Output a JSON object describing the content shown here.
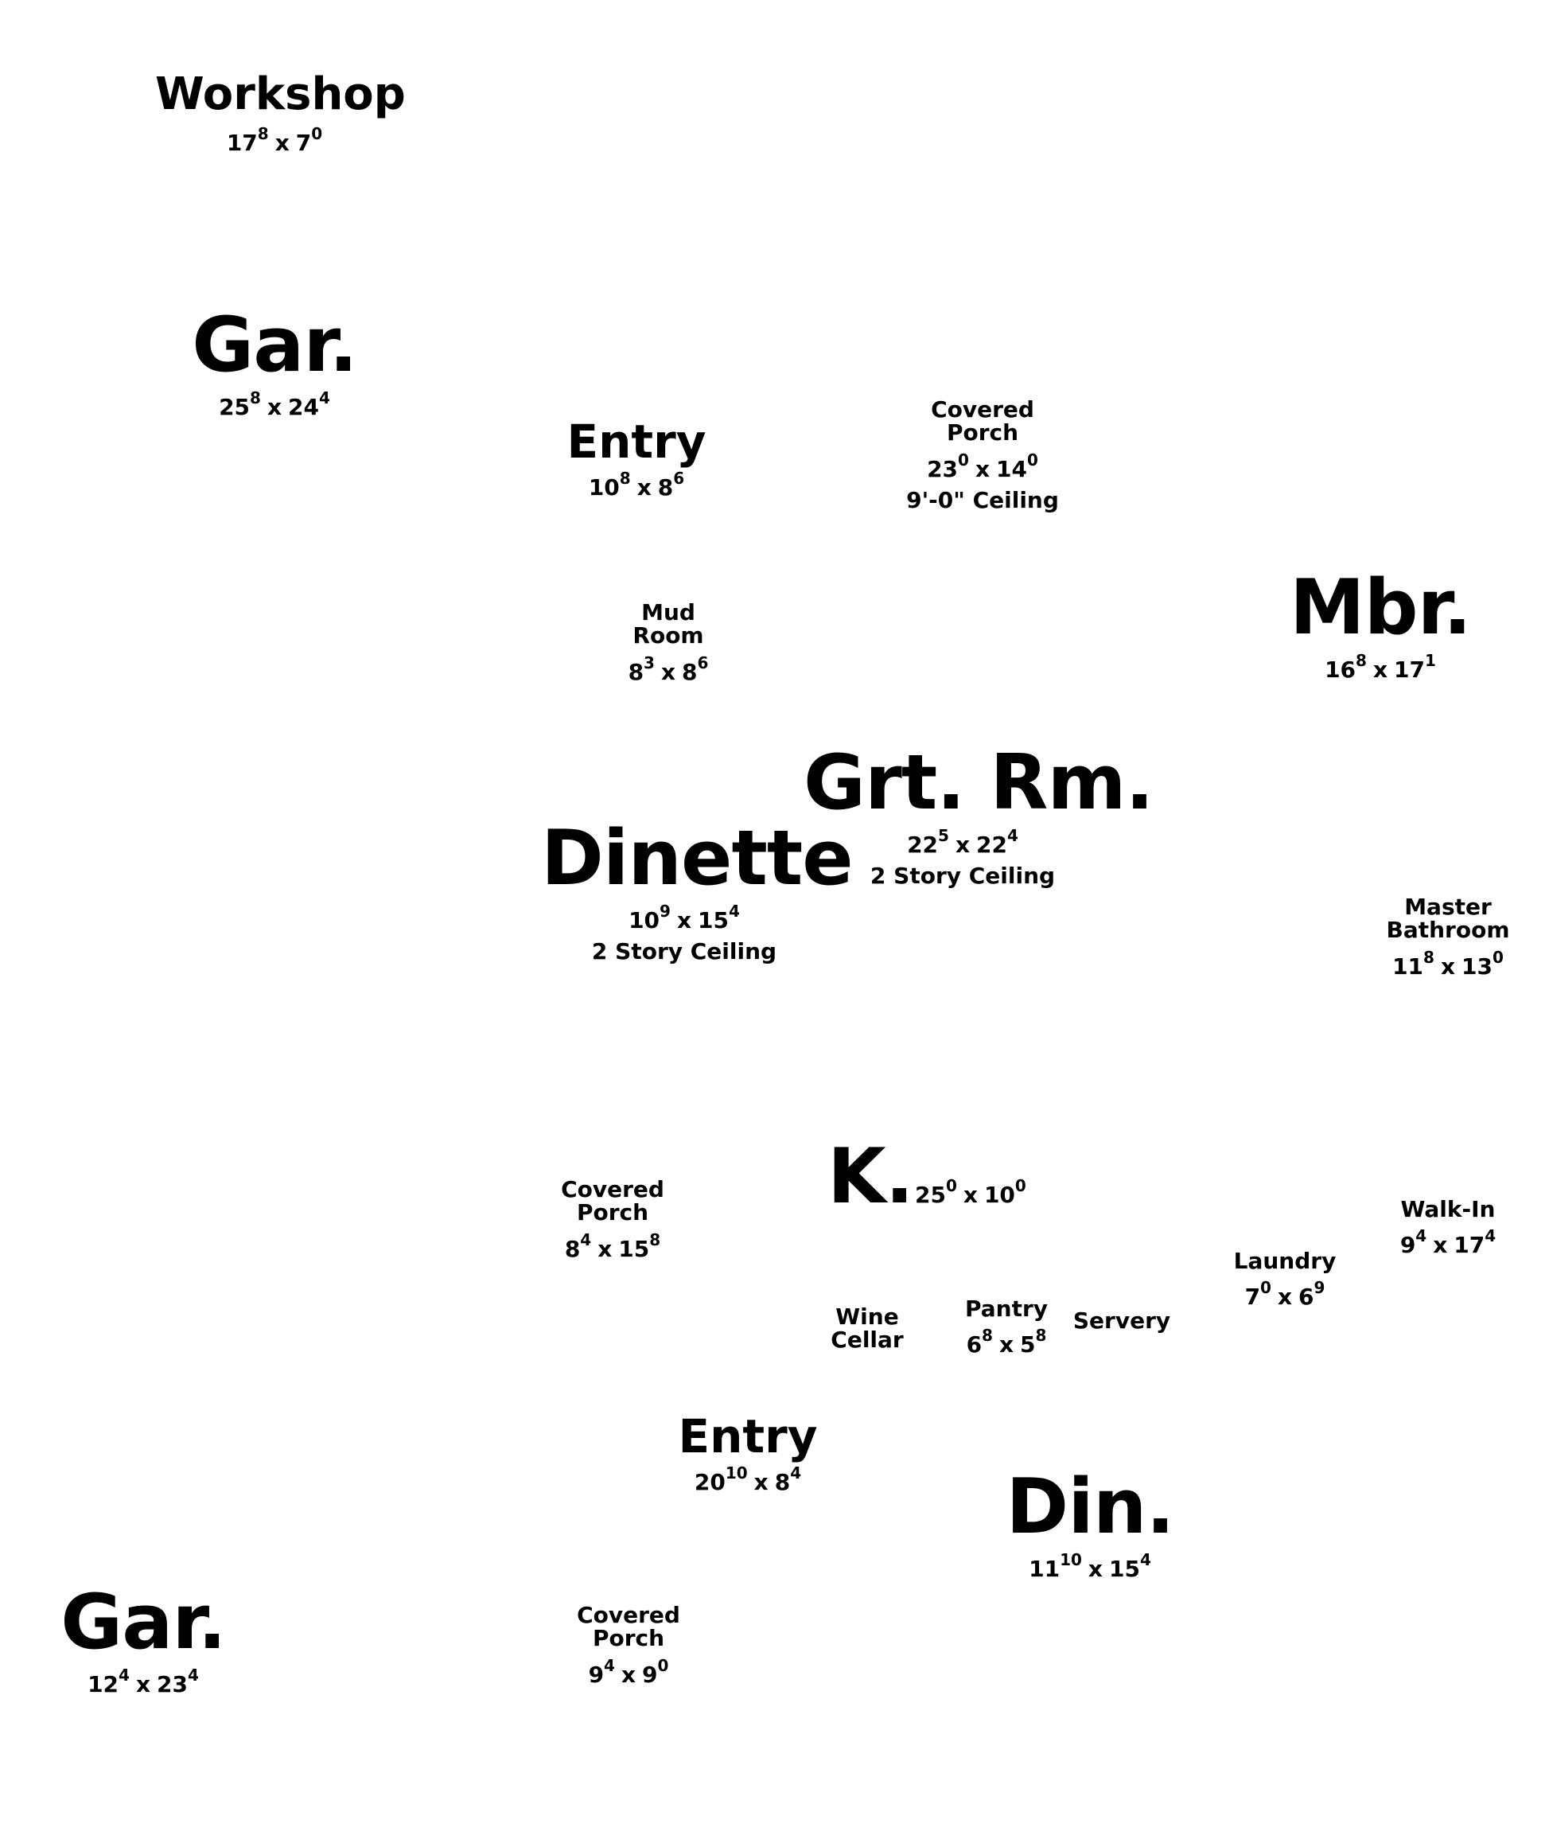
{
  "rooms": {
    "workshop": {
      "name": "Workshop",
      "d1": "17",
      "s1": "8",
      "d2": "7",
      "s2": "0"
    },
    "garage_upper": {
      "name": "Gar.",
      "d1": "25",
      "s1": "8",
      "d2": "24",
      "s2": "4"
    },
    "entry_upper": {
      "name": "Entry",
      "d1": "10",
      "s1": "8",
      "d2": "8",
      "s2": "6"
    },
    "covered_porch_upper": {
      "name1": "Covered",
      "name2": "Porch",
      "d1": "23",
      "s1": "0",
      "d2": "14",
      "s2": "0",
      "note": "9'-0\" Ceiling"
    },
    "master_bedroom": {
      "name": "Mbr.",
      "d1": "16",
      "s1": "8",
      "d2": "17",
      "s2": "1"
    },
    "mud_room": {
      "name1": "Mud",
      "name2": "Room",
      "d1": "8",
      "s1": "3",
      "d2": "8",
      "s2": "6"
    },
    "great_room": {
      "name": "Grt. Rm.",
      "d1": "22",
      "s1": "5",
      "d2": "22",
      "s2": "4",
      "note": "2 Story Ceiling"
    },
    "dinette": {
      "name": "Dinette",
      "d1": "10",
      "s1": "9",
      "d2": "15",
      "s2": "4",
      "note": "2 Story Ceiling"
    },
    "master_bathroom": {
      "name1": "Master",
      "name2": "Bathroom",
      "d1": "11",
      "s1": "8",
      "d2": "13",
      "s2": "0"
    },
    "kitchen": {
      "name": "K.",
      "d1": "25",
      "s1": "0",
      "d2": "10",
      "s2": "0"
    },
    "covered_porch_middle": {
      "name1": "Covered",
      "name2": "Porch",
      "d1": "8",
      "s1": "4",
      "d2": "15",
      "s2": "8"
    },
    "walk_in": {
      "name": "Walk-In",
      "d1": "9",
      "s1": "4",
      "d2": "17",
      "s2": "4"
    },
    "laundry": {
      "name": "Laundry",
      "d1": "7",
      "s1": "0",
      "d2": "6",
      "s2": "9"
    },
    "wine_cellar": {
      "name1": "Wine",
      "name2": "Cellar"
    },
    "pantry": {
      "name": "Pantry",
      "d1": "6",
      "s1": "8",
      "d2": "5",
      "s2": "8"
    },
    "servery": {
      "name": "Servery"
    },
    "entry_lower": {
      "name": "Entry",
      "d1": "20",
      "s1": "10",
      "d2": "8",
      "s2": "4"
    },
    "dining": {
      "name": "Din.",
      "d1": "11",
      "s1": "10",
      "d2": "15",
      "s2": "4"
    },
    "garage_lower": {
      "name": "Gar.",
      "d1": "12",
      "s1": "4",
      "d2": "23",
      "s2": "4"
    },
    "covered_porch_lower": {
      "name1": "Covered",
      "name2": "Porch",
      "d1": "9",
      "s1": "4",
      "d2": "9",
      "s2": "0"
    }
  }
}
